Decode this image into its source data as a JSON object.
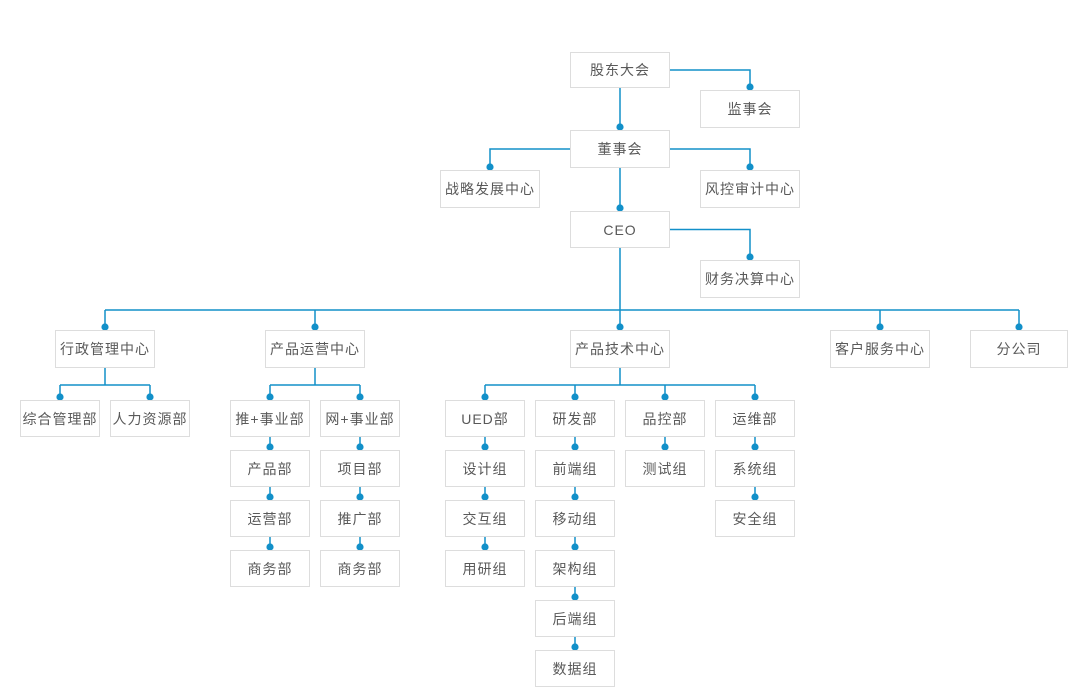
{
  "diagram": {
    "type": "org-chart",
    "accent_color": "#1290C9",
    "box_border_color": "#DDDDDD",
    "box_background": "#FFFFFF",
    "text_color": "#595959"
  },
  "nodes": {
    "shareholders_meeting": {
      "label": "股东大会"
    },
    "supervisory_board": {
      "label": "监事会"
    },
    "board_of_directors": {
      "label": "董事会"
    },
    "strategy_center": {
      "label": "战略发展中心"
    },
    "risk_audit_center": {
      "label": "风控审计中心"
    },
    "ceo": {
      "label": "CEO"
    },
    "finance_center": {
      "label": "财务决算中心"
    },
    "admin_center": {
      "label": "行政管理中心"
    },
    "product_ops_center": {
      "label": "产品运营中心"
    },
    "product_tech_center": {
      "label": "产品技术中心"
    },
    "customer_service_center": {
      "label": "客户服务中心"
    },
    "branch_company": {
      "label": "分公司"
    },
    "general_mgmt_dept": {
      "label": "综合管理部"
    },
    "hr_dept": {
      "label": "人力资源部"
    },
    "tui_division": {
      "label": "推+事业部"
    },
    "wang_division": {
      "label": "网+事业部"
    },
    "product_dept": {
      "label": "产品部"
    },
    "operations_dept": {
      "label": "运营部"
    },
    "business_dept_tui": {
      "label": "商务部"
    },
    "project_dept": {
      "label": "项目部"
    },
    "promotion_dept": {
      "label": "推广部"
    },
    "business_dept_wang": {
      "label": "商务部"
    },
    "ued_dept": {
      "label": "UED部"
    },
    "design_team": {
      "label": "设计组"
    },
    "interaction_team": {
      "label": "交互组"
    },
    "user_research_team": {
      "label": "用研组"
    },
    "rd_dept": {
      "label": "研发部"
    },
    "frontend_team": {
      "label": "前端组"
    },
    "mobile_team": {
      "label": "移动组"
    },
    "architecture_team": {
      "label": "架构组"
    },
    "backend_team": {
      "label": "后端组"
    },
    "data_team": {
      "label": "数据组"
    },
    "qc_dept": {
      "label": "品控部"
    },
    "testing_team": {
      "label": "测试组"
    },
    "ops_maintenance_dept": {
      "label": "运维部"
    },
    "system_team": {
      "label": "系统组"
    },
    "security_team": {
      "label": "安全组"
    }
  },
  "hierarchy": {
    "股东大会": [
      "监事会",
      "董事会"
    ],
    "董事会": [
      "战略发展中心",
      "风控审计中心",
      "CEO"
    ],
    "CEO": [
      "财务决算中心",
      "行政管理中心",
      "产品运营中心",
      "产品技术中心",
      "客户服务中心",
      "分公司"
    ],
    "行政管理中心": [
      "综合管理部",
      "人力资源部"
    ],
    "产品运营中心": [
      "推+事业部",
      "网+事业部"
    ],
    "推+事业部": [
      "产品部"
    ],
    "产品部": [
      "运营部"
    ],
    "运营部": [
      "商务部"
    ],
    "网+事业部": [
      "项目部"
    ],
    "项目部": [
      "推广部"
    ],
    "推广部": [
      "商务部"
    ],
    "产品技术中心": [
      "UED部",
      "研发部",
      "品控部",
      "运维部"
    ],
    "UED部": [
      "设计组"
    ],
    "设计组": [
      "交互组"
    ],
    "交互组": [
      "用研组"
    ],
    "研发部": [
      "前端组"
    ],
    "前端组": [
      "移动组"
    ],
    "移动组": [
      "架构组"
    ],
    "架构组": [
      "后端组"
    ],
    "后端组": [
      "数据组"
    ],
    "品控部": [
      "测试组"
    ],
    "运维部": [
      "系统组"
    ],
    "系统组": [
      "安全组"
    ]
  }
}
